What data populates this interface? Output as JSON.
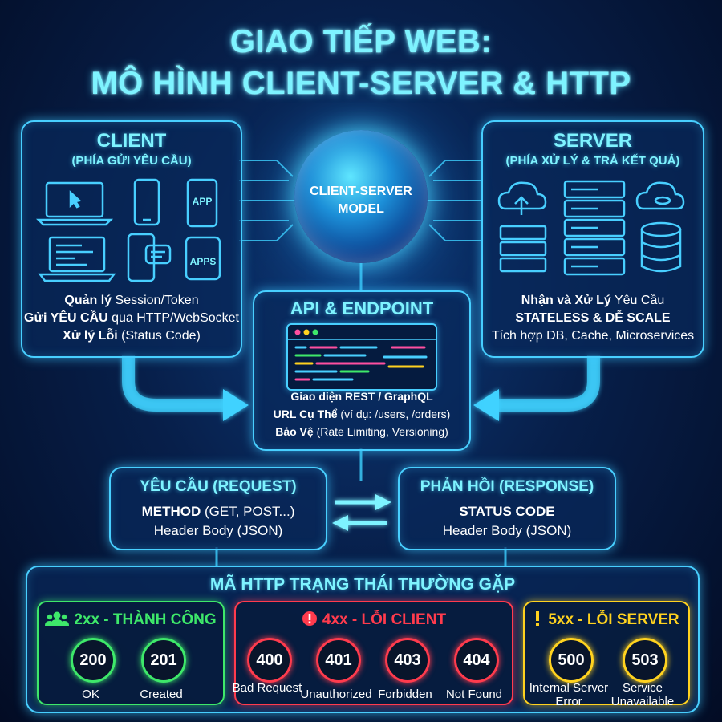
{
  "header": {
    "title_line1": "GIAO TIẾP WEB:",
    "title_line2": "MÔ HÌNH CLIENT-SERVER & HTTP"
  },
  "colors": {
    "accent": "#48cfff",
    "title": "#7ef3ff",
    "success": "#3ee86a",
    "client_error": "#ff3b4d",
    "server_error": "#ffd21f"
  },
  "client": {
    "title": "CLIENT",
    "subtitle": "(PHÍA GỬI YÊU CẦU)",
    "app_label_1": "APP",
    "app_label_2": "APPS",
    "line1_bold": "Quản lý",
    "line1_rest": " Session/Token",
    "line2_bold": "Gửi YÊU CẦU",
    "line2_rest": " qua HTTP/WebSocket",
    "line3_bold": "Xử lý Lỗi",
    "line3_rest": " (Status Code)"
  },
  "server": {
    "title": "SERVER",
    "subtitle": "(PHÍA XỬ LÝ & TRẢ KẾT QUẢ)",
    "line1_bold": "Nhận và Xử Lý",
    "line1_rest": " Yêu Cầu",
    "line2": "STATELESS & DỄ SCALE",
    "line3": "Tích hợp DB, Cache, Microservices"
  },
  "model": {
    "line1": "CLIENT-SERVER",
    "line2": "MODEL"
  },
  "api": {
    "title": "API & ENDPOINT",
    "line1": "Giao diện REST / GraphQL",
    "line2_bold": "URL Cụ Thể",
    "line2_rest": " (ví dụ: /users, /orders)",
    "line3_bold": "Bảo Vệ",
    "line3_rest": " (Rate Limiting, Versioning)"
  },
  "request": {
    "title": "YÊU CẦU (REQUEST)",
    "line1_bold": "METHOD",
    "line1_rest": " (GET, POST...)",
    "line2": "Header Body (JSON)"
  },
  "response": {
    "title": "PHẢN HỒI (RESPONSE)",
    "line1": "STATUS CODE",
    "line2": "Header Body (JSON)"
  },
  "status": {
    "title": "MÃ HTTP TRẠNG THÁI THƯỜNG GẶP",
    "groups": [
      {
        "title": "2xx - THÀNH CÔNG",
        "icon": "users-icon",
        "codes": [
          {
            "code": "200",
            "label": "OK"
          },
          {
            "code": "201",
            "label": "Created"
          }
        ]
      },
      {
        "title": "4xx - LỖI CLIENT",
        "icon": "error-circle-icon",
        "codes": [
          {
            "code": "400",
            "label": "Bad Request"
          },
          {
            "code": "401",
            "label": "Unauthorized"
          },
          {
            "code": "403",
            "label": "Forbidden"
          },
          {
            "code": "404",
            "label": "Not Found"
          }
        ]
      },
      {
        "title": "5xx - LỖI SERVER",
        "icon": "exclamation-icon",
        "codes": [
          {
            "code": "500",
            "label": "Internal Server Error"
          },
          {
            "code": "503",
            "label": "Service Unavailable"
          }
        ]
      }
    ]
  }
}
